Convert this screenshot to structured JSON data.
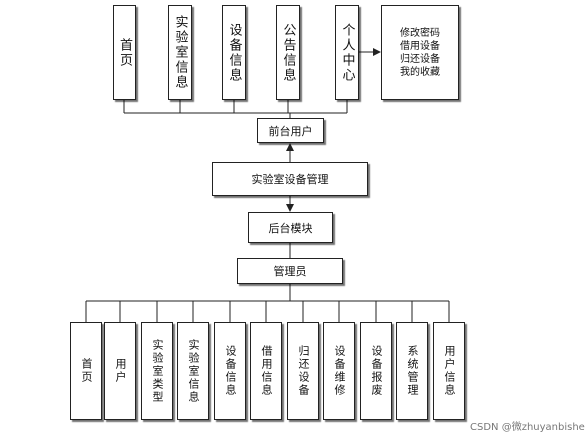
{
  "diagram": {
    "top_modules": [
      "首页",
      "实验室信息",
      "设备信息",
      "公告信息",
      "个人中心"
    ],
    "personal_center_items": [
      "修改密码",
      "借用设备",
      "归还设备",
      "我的收藏"
    ],
    "front_user": "前台用户",
    "system": "实验室设备管理",
    "backend": "后台模块",
    "admin": "管理员",
    "bottom_modules": [
      "首页",
      "用户",
      "实验室类型",
      "实验室信息",
      "设备信息",
      "借用信息",
      "归还设备",
      "设备维修",
      "设备报废",
      "系统管理",
      "用户信息"
    ]
  },
  "watermark": "CSDN @微zhuyanbishe"
}
